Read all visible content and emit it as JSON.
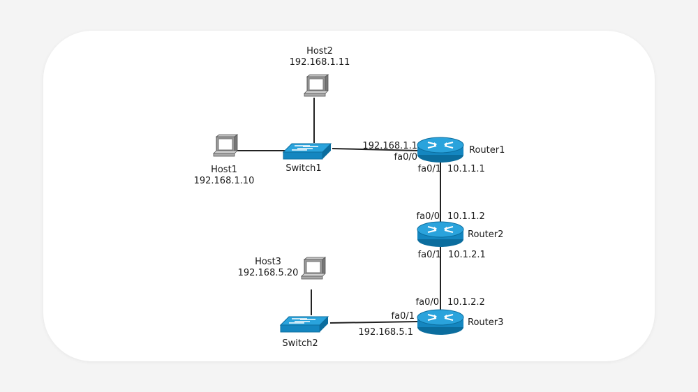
{
  "devices": {
    "host1": {
      "name": "Host1",
      "ip": "192.168.1.10"
    },
    "host2": {
      "name": "Host2",
      "ip": "192.168.1.11"
    },
    "host3": {
      "name": "Host3",
      "ip": "192.168.5.20"
    },
    "switch1": {
      "name": "Switch1"
    },
    "switch2": {
      "name": "Switch2"
    },
    "router1": {
      "name": "Router1"
    },
    "router2": {
      "name": "Router2"
    },
    "router3": {
      "name": "Router3"
    }
  },
  "interfaces": {
    "r1_lan_ip": "192.168.1.1",
    "r1_fa00": "fa0/0",
    "r1_fa01": "fa0/1",
    "r1_wan_ip": "10.1.1.1",
    "r2_fa00": "fa0/0",
    "r2_ip_top": "10.1.1.2",
    "r2_fa01": "fa0/1",
    "r2_ip_bottom": "10.1.2.1",
    "r3_fa00": "fa0/0",
    "r3_ip_top": "10.1.2.2",
    "r3_fa01": "fa0/1",
    "r3_lan_ip": "192.168.5.1"
  },
  "colors": {
    "router": "#1a8cc6",
    "switch": "#1a8cc6",
    "host": "#b0b0b0"
  }
}
